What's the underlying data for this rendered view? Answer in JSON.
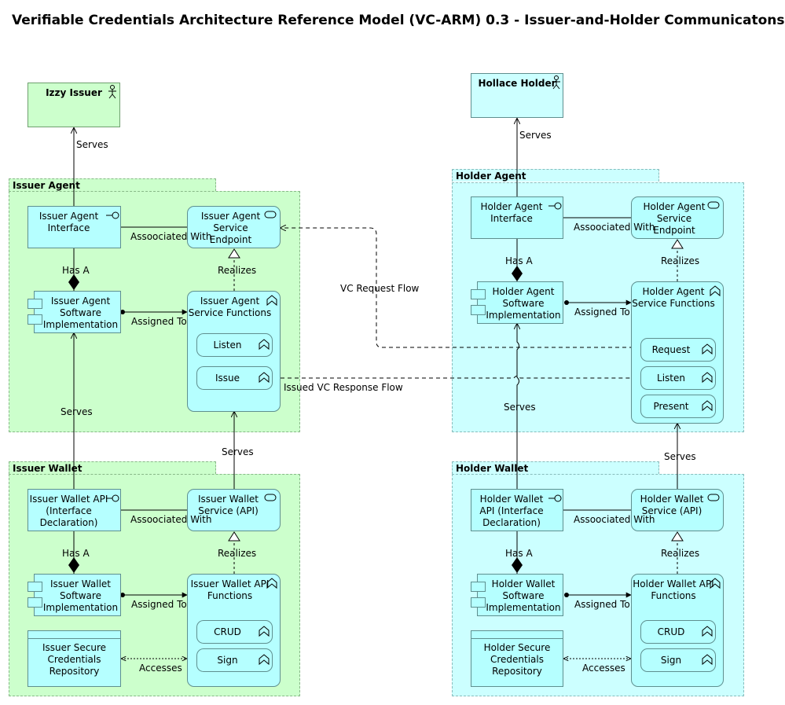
{
  "title": "Verifiable Credentials Architecture Reference Model (VC-ARM) 0.3 - Issuer-and-Holder Communicatons",
  "groups": {
    "issuer_agent": "Issuer Agent",
    "issuer_wallet": "Issuer Wallet",
    "holder_agent": "Holder Agent",
    "holder_wallet": "Holder Wallet"
  },
  "actors": {
    "issuer": "Izzy Issuer",
    "holder": "Hollace Holder"
  },
  "issuer_agent": {
    "interface": "Issuer Agent Interface",
    "endpoint": "Issuer Agent Service Endpoint",
    "software": "Issuer Agent Software Implementation",
    "functions": "Issuer Agent Service Functions",
    "listen": "Listen",
    "issue": "Issue"
  },
  "issuer_wallet": {
    "api": "Issuer Wallet API (Interface Declaration)",
    "service": "Issuer Wallet Service (API)",
    "software": "Issuer Wallet Software Implementation",
    "functions": "Issuer Wallet API Functions",
    "crud": "CRUD",
    "sign": "Sign",
    "repo": "Issuer Secure Credentials Repository"
  },
  "holder_agent": {
    "interface": "Holder Agent Interface",
    "endpoint": "Holder Agent Service Endpoint",
    "software": "Holder Agent Software Implementation",
    "functions": "Holder Agent Service Functions",
    "request": "Request",
    "listen": "Listen",
    "present": "Present"
  },
  "holder_wallet": {
    "api": "Holder Wallet API (Interface Declaration)",
    "service": "Holder Wallet Service (API)",
    "software": "Holder Wallet Software Implementation",
    "functions": "Holder Wallet API Functions",
    "crud": "CRUD",
    "sign": "Sign",
    "repo": "Holder Secure Credentials Repository"
  },
  "relations": {
    "serves": "Serves",
    "associated": "Assoociated With",
    "has_a": "Has A",
    "realizes": "Realizes",
    "assigned": "Assigned To",
    "accesses": "Accesses",
    "vc_request": "VC Request Flow",
    "vc_response": "Issued VC Response Flow"
  },
  "colors": {
    "issuer_fill": "#ccffcc",
    "holder_fill": "#ccffff",
    "element_fill": "#b5ffff"
  },
  "icons": [
    "actor-icon",
    "interface-icon",
    "service-icon",
    "component-icon",
    "function-icon"
  ]
}
